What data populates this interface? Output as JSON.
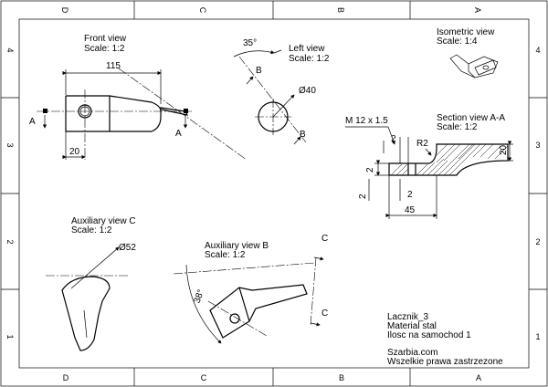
{
  "frame": {
    "top_letters": [
      "D",
      "C",
      "B",
      "A"
    ],
    "bottom_letters": [
      "D",
      "C",
      "B",
      "A"
    ],
    "left_numbers": [
      "4",
      "3",
      "2",
      "1"
    ],
    "right_numbers": [
      "4",
      "3",
      "2",
      "1"
    ]
  },
  "views": {
    "front": {
      "title": "Front view",
      "scale": "Scale:  1:2",
      "dims": [
        "115",
        "20"
      ],
      "section_marks": [
        "A",
        "A"
      ]
    },
    "left": {
      "title": "Left view",
      "scale": "Scale:  1:2",
      "angle": "35°",
      "diameter": "Ø40",
      "section_marks": [
        "B",
        "B"
      ]
    },
    "isometric": {
      "title": "Isometric view",
      "scale": "Scale:  1:4"
    },
    "section": {
      "title": "Section view A-A",
      "scale": "Scale:  1:2",
      "thread": "M 12 x 1.5",
      "dims": [
        "2",
        "R2",
        "20",
        "2",
        "2",
        "2",
        "45"
      ]
    },
    "aux_c": {
      "title": "Auxiliary view C",
      "scale": "Scale:  1:2",
      "diameter": "Ø52"
    },
    "aux_b": {
      "title": "Auxiliary view B",
      "scale": "Scale:  1:2",
      "angle": "38°",
      "view_marks": [
        "C",
        "C"
      ]
    }
  },
  "title_block": {
    "part": "Lacznik_3",
    "material": "Material stal",
    "quantity": "Ilosc na samochod 1",
    "company": "Szarbia.com",
    "rights": "Wszelkie prawa zastrzezone"
  }
}
